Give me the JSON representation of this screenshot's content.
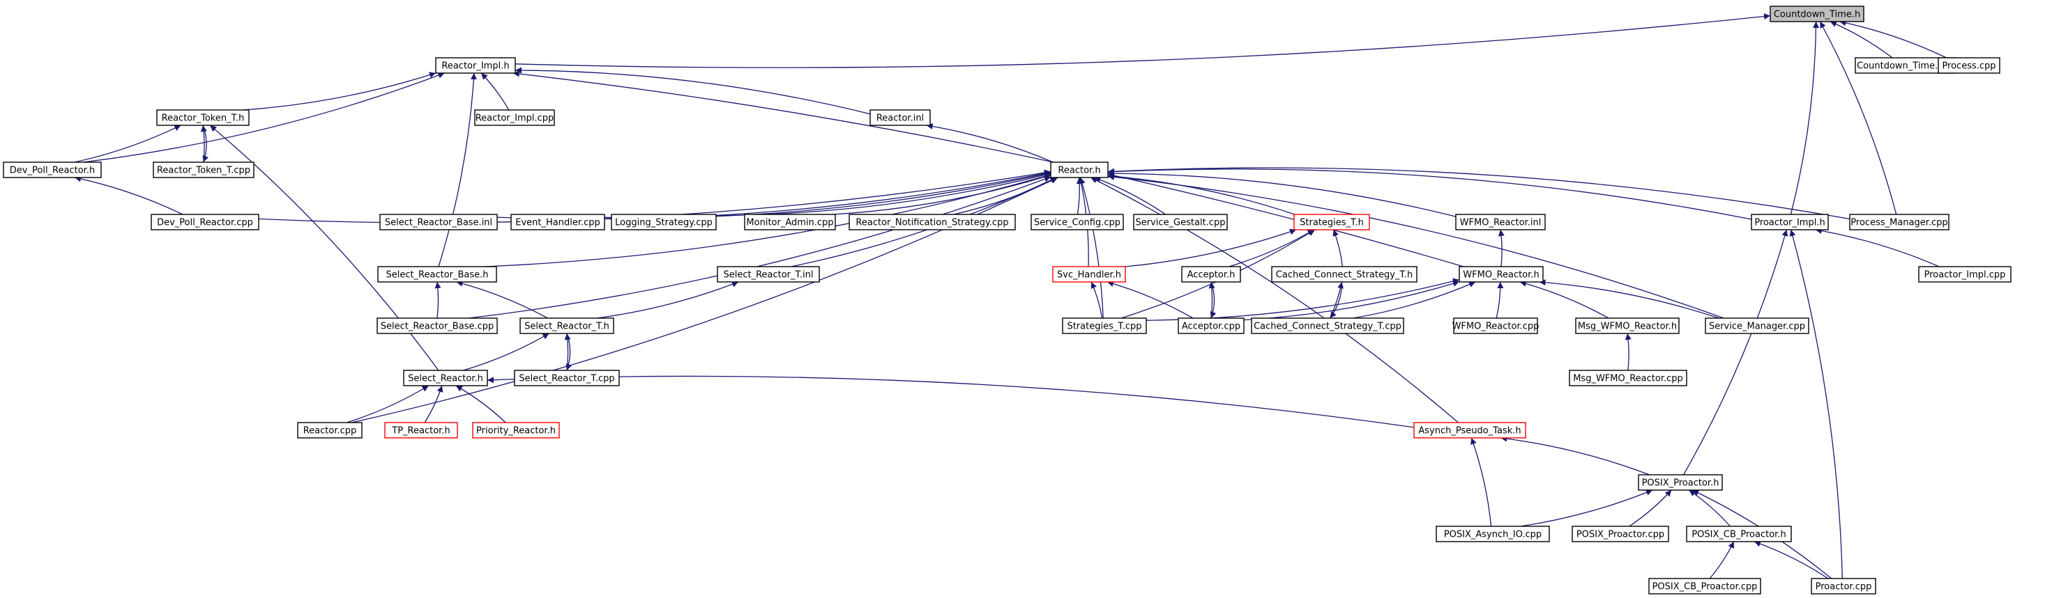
{
  "nodes": [
    {
      "id": "countdown_h",
      "label": "Countdown_Time.h",
      "style": "root"
    },
    {
      "id": "reactor_impl_h",
      "label": "Reactor_Impl.h"
    },
    {
      "id": "countdown_cpp",
      "label": "Countdown_Time.cpp"
    },
    {
      "id": "process_cpp",
      "label": "Process.cpp"
    },
    {
      "id": "reactor_token_h",
      "label": "Reactor_Token_T.h"
    },
    {
      "id": "reactor_impl_cpp",
      "label": "Reactor_Impl.cpp"
    },
    {
      "id": "reactor_inl",
      "label": "Reactor.inl"
    },
    {
      "id": "dev_poll_h",
      "label": "Dev_Poll_Reactor.h"
    },
    {
      "id": "reactor_token_cpp",
      "label": "Reactor_Token_T.cpp"
    },
    {
      "id": "reactor_h",
      "label": "Reactor.h"
    },
    {
      "id": "dev_poll_cpp",
      "label": "Dev_Poll_Reactor.cpp"
    },
    {
      "id": "select_base_inl",
      "label": "Select_Reactor_Base.inl"
    },
    {
      "id": "event_handler_cpp",
      "label": "Event_Handler.cpp"
    },
    {
      "id": "logging_cpp",
      "label": "Logging_Strategy.cpp"
    },
    {
      "id": "monitor_cpp",
      "label": "Monitor_Admin.cpp"
    },
    {
      "id": "notification_cpp",
      "label": "Reactor_Notification_Strategy.cpp"
    },
    {
      "id": "service_config_cpp",
      "label": "Service_Config.cpp"
    },
    {
      "id": "service_gestalt_cpp",
      "label": "Service_Gestalt.cpp"
    },
    {
      "id": "strategies_h",
      "label": "Strategies_T.h",
      "style": "red"
    },
    {
      "id": "wfmo_inl",
      "label": "WFMO_Reactor.inl"
    },
    {
      "id": "proactor_impl_h",
      "label": "Proactor_Impl.h"
    },
    {
      "id": "process_manager_cpp",
      "label": "Process_Manager.cpp"
    },
    {
      "id": "select_base_h",
      "label": "Select_Reactor_Base.h"
    },
    {
      "id": "select_t_inl",
      "label": "Select_Reactor_T.inl"
    },
    {
      "id": "svc_handler_h",
      "label": "Svc_Handler.h",
      "style": "red"
    },
    {
      "id": "acceptor_h",
      "label": "Acceptor.h"
    },
    {
      "id": "cached_h",
      "label": "Cached_Connect_Strategy_T.h"
    },
    {
      "id": "wfmo_h",
      "label": "WFMO_Reactor.h"
    },
    {
      "id": "proactor_impl_cpp",
      "label": "Proactor_Impl.cpp"
    },
    {
      "id": "select_base_cpp",
      "label": "Select_Reactor_Base.cpp"
    },
    {
      "id": "select_t_h",
      "label": "Select_Reactor_T.h"
    },
    {
      "id": "strategies_cpp",
      "label": "Strategies_T.cpp"
    },
    {
      "id": "acceptor_cpp",
      "label": "Acceptor.cpp"
    },
    {
      "id": "cached_cpp",
      "label": "Cached_Connect_Strategy_T.cpp"
    },
    {
      "id": "wfmo_cpp",
      "label": "WFMO_Reactor.cpp"
    },
    {
      "id": "msg_wfmo_h",
      "label": "Msg_WFMO_Reactor.h"
    },
    {
      "id": "service_manager_cpp",
      "label": "Service_Manager.cpp"
    },
    {
      "id": "select_reactor_h",
      "label": "Select_Reactor.h"
    },
    {
      "id": "select_t_cpp",
      "label": "Select_Reactor_T.cpp"
    },
    {
      "id": "msg_wfmo_cpp",
      "label": "Msg_WFMO_Reactor.cpp"
    },
    {
      "id": "reactor_cpp",
      "label": "Reactor.cpp"
    },
    {
      "id": "tp_reactor_h",
      "label": "TP_Reactor.h",
      "style": "red"
    },
    {
      "id": "priority_reactor_h",
      "label": "Priority_Reactor.h",
      "style": "red"
    },
    {
      "id": "asynch_pseudo_h",
      "label": "Asynch_Pseudo_Task.h",
      "style": "red"
    },
    {
      "id": "posix_proactor_h",
      "label": "POSIX_Proactor.h"
    },
    {
      "id": "posix_asynch_cpp",
      "label": "POSIX_Asynch_IO.cpp"
    },
    {
      "id": "posix_proactor_cpp",
      "label": "POSIX_Proactor.cpp"
    },
    {
      "id": "posix_cb_h",
      "label": "POSIX_CB_Proactor.h"
    },
    {
      "id": "posix_cb_cpp",
      "label": "POSIX_CB_Proactor.cpp"
    },
    {
      "id": "proactor_cpp",
      "label": "Proactor.cpp"
    }
  ],
  "edges": [
    [
      "reactor_impl_h",
      "countdown_h"
    ],
    [
      "countdown_cpp",
      "countdown_h"
    ],
    [
      "process_cpp",
      "countdown_h"
    ],
    [
      "proactor_impl_h",
      "countdown_h"
    ],
    [
      "process_manager_cpp",
      "countdown_h"
    ],
    [
      "reactor_token_h",
      "reactor_impl_h"
    ],
    [
      "reactor_impl_cpp",
      "reactor_impl_h"
    ],
    [
      "reactor_inl",
      "reactor_impl_h"
    ],
    [
      "dev_poll_h",
      "reactor_impl_h"
    ],
    [
      "select_base_h",
      "reactor_impl_h"
    ],
    [
      "wfmo_h",
      "reactor_impl_h"
    ],
    [
      "dev_poll_h",
      "reactor_token_h"
    ],
    [
      "reactor_token_cpp",
      "reactor_token_h"
    ],
    [
      "reactor_token_h",
      "reactor_token_cpp"
    ],
    [
      "select_reactor_h",
      "reactor_token_h"
    ],
    [
      "dev_poll_cpp",
      "dev_poll_h"
    ],
    [
      "reactor_h",
      "reactor_inl"
    ],
    [
      "dev_poll_cpp",
      "reactor_h"
    ],
    [
      "select_base_inl",
      "reactor_h"
    ],
    [
      "event_handler_cpp",
      "reactor_h"
    ],
    [
      "logging_cpp",
      "reactor_h"
    ],
    [
      "monitor_cpp",
      "reactor_h"
    ],
    [
      "notification_cpp",
      "reactor_h"
    ],
    [
      "service_config_cpp",
      "reactor_h"
    ],
    [
      "service_gestalt_cpp",
      "reactor_h"
    ],
    [
      "strategies_h",
      "reactor_h"
    ],
    [
      "wfmo_inl",
      "reactor_h"
    ],
    [
      "proactor_impl_h",
      "reactor_h"
    ],
    [
      "process_manager_cpp",
      "reactor_h"
    ],
    [
      "select_base_h",
      "reactor_h"
    ],
    [
      "select_t_inl",
      "reactor_h"
    ],
    [
      "svc_handler_h",
      "reactor_h"
    ],
    [
      "strategies_cpp",
      "reactor_h"
    ],
    [
      "service_manager_cpp",
      "reactor_h"
    ],
    [
      "asynch_pseudo_h",
      "reactor_h"
    ],
    [
      "reactor_cpp",
      "reactor_h"
    ],
    [
      "select_base_cpp",
      "reactor_h"
    ],
    [
      "select_base_cpp",
      "select_base_h"
    ],
    [
      "select_t_h",
      "select_base_h"
    ],
    [
      "select_t_h",
      "select_t_inl"
    ],
    [
      "select_t_cpp",
      "select_t_h"
    ],
    [
      "select_t_h",
      "select_t_cpp"
    ],
    [
      "select_reactor_h",
      "select_t_h"
    ],
    [
      "reactor_cpp",
      "select_reactor_h"
    ],
    [
      "tp_reactor_h",
      "select_reactor_h"
    ],
    [
      "priority_reactor_h",
      "select_reactor_h"
    ],
    [
      "asynch_pseudo_h",
      "select_reactor_h"
    ],
    [
      "svc_handler_h",
      "strategies_h"
    ],
    [
      "acceptor_h",
      "strategies_h"
    ],
    [
      "cached_h",
      "strategies_h"
    ],
    [
      "strategies_cpp",
      "strategies_h"
    ],
    [
      "strategies_cpp",
      "svc_handler_h"
    ],
    [
      "acceptor_cpp",
      "svc_handler_h"
    ],
    [
      "acceptor_cpp",
      "acceptor_h"
    ],
    [
      "acceptor_h",
      "acceptor_cpp"
    ],
    [
      "cached_cpp",
      "cached_h"
    ],
    [
      "cached_h",
      "cached_cpp"
    ],
    [
      "wfmo_h",
      "wfmo_inl"
    ],
    [
      "strategies_cpp",
      "wfmo_h"
    ],
    [
      "acceptor_cpp",
      "wfmo_h"
    ],
    [
      "cached_cpp",
      "wfmo_h"
    ],
    [
      "wfmo_cpp",
      "wfmo_h"
    ],
    [
      "msg_wfmo_h",
      "wfmo_h"
    ],
    [
      "service_manager_cpp",
      "wfmo_h"
    ],
    [
      "msg_wfmo_cpp",
      "msg_wfmo_h"
    ],
    [
      "proactor_impl_cpp",
      "proactor_impl_h"
    ],
    [
      "posix_proactor_h",
      "proactor_impl_h"
    ],
    [
      "proactor_cpp",
      "proactor_impl_h"
    ],
    [
      "posix_proactor_h",
      "asynch_pseudo_h"
    ],
    [
      "posix_asynch_cpp",
      "asynch_pseudo_h"
    ],
    [
      "posix_asynch_cpp",
      "posix_proactor_h"
    ],
    [
      "posix_proactor_cpp",
      "posix_proactor_h"
    ],
    [
      "posix_cb_h",
      "posix_proactor_h"
    ],
    [
      "proactor_cpp",
      "posix_proactor_h"
    ],
    [
      "posix_cb_cpp",
      "posix_cb_h"
    ],
    [
      "proactor_cpp",
      "posix_cb_h"
    ]
  ]
}
